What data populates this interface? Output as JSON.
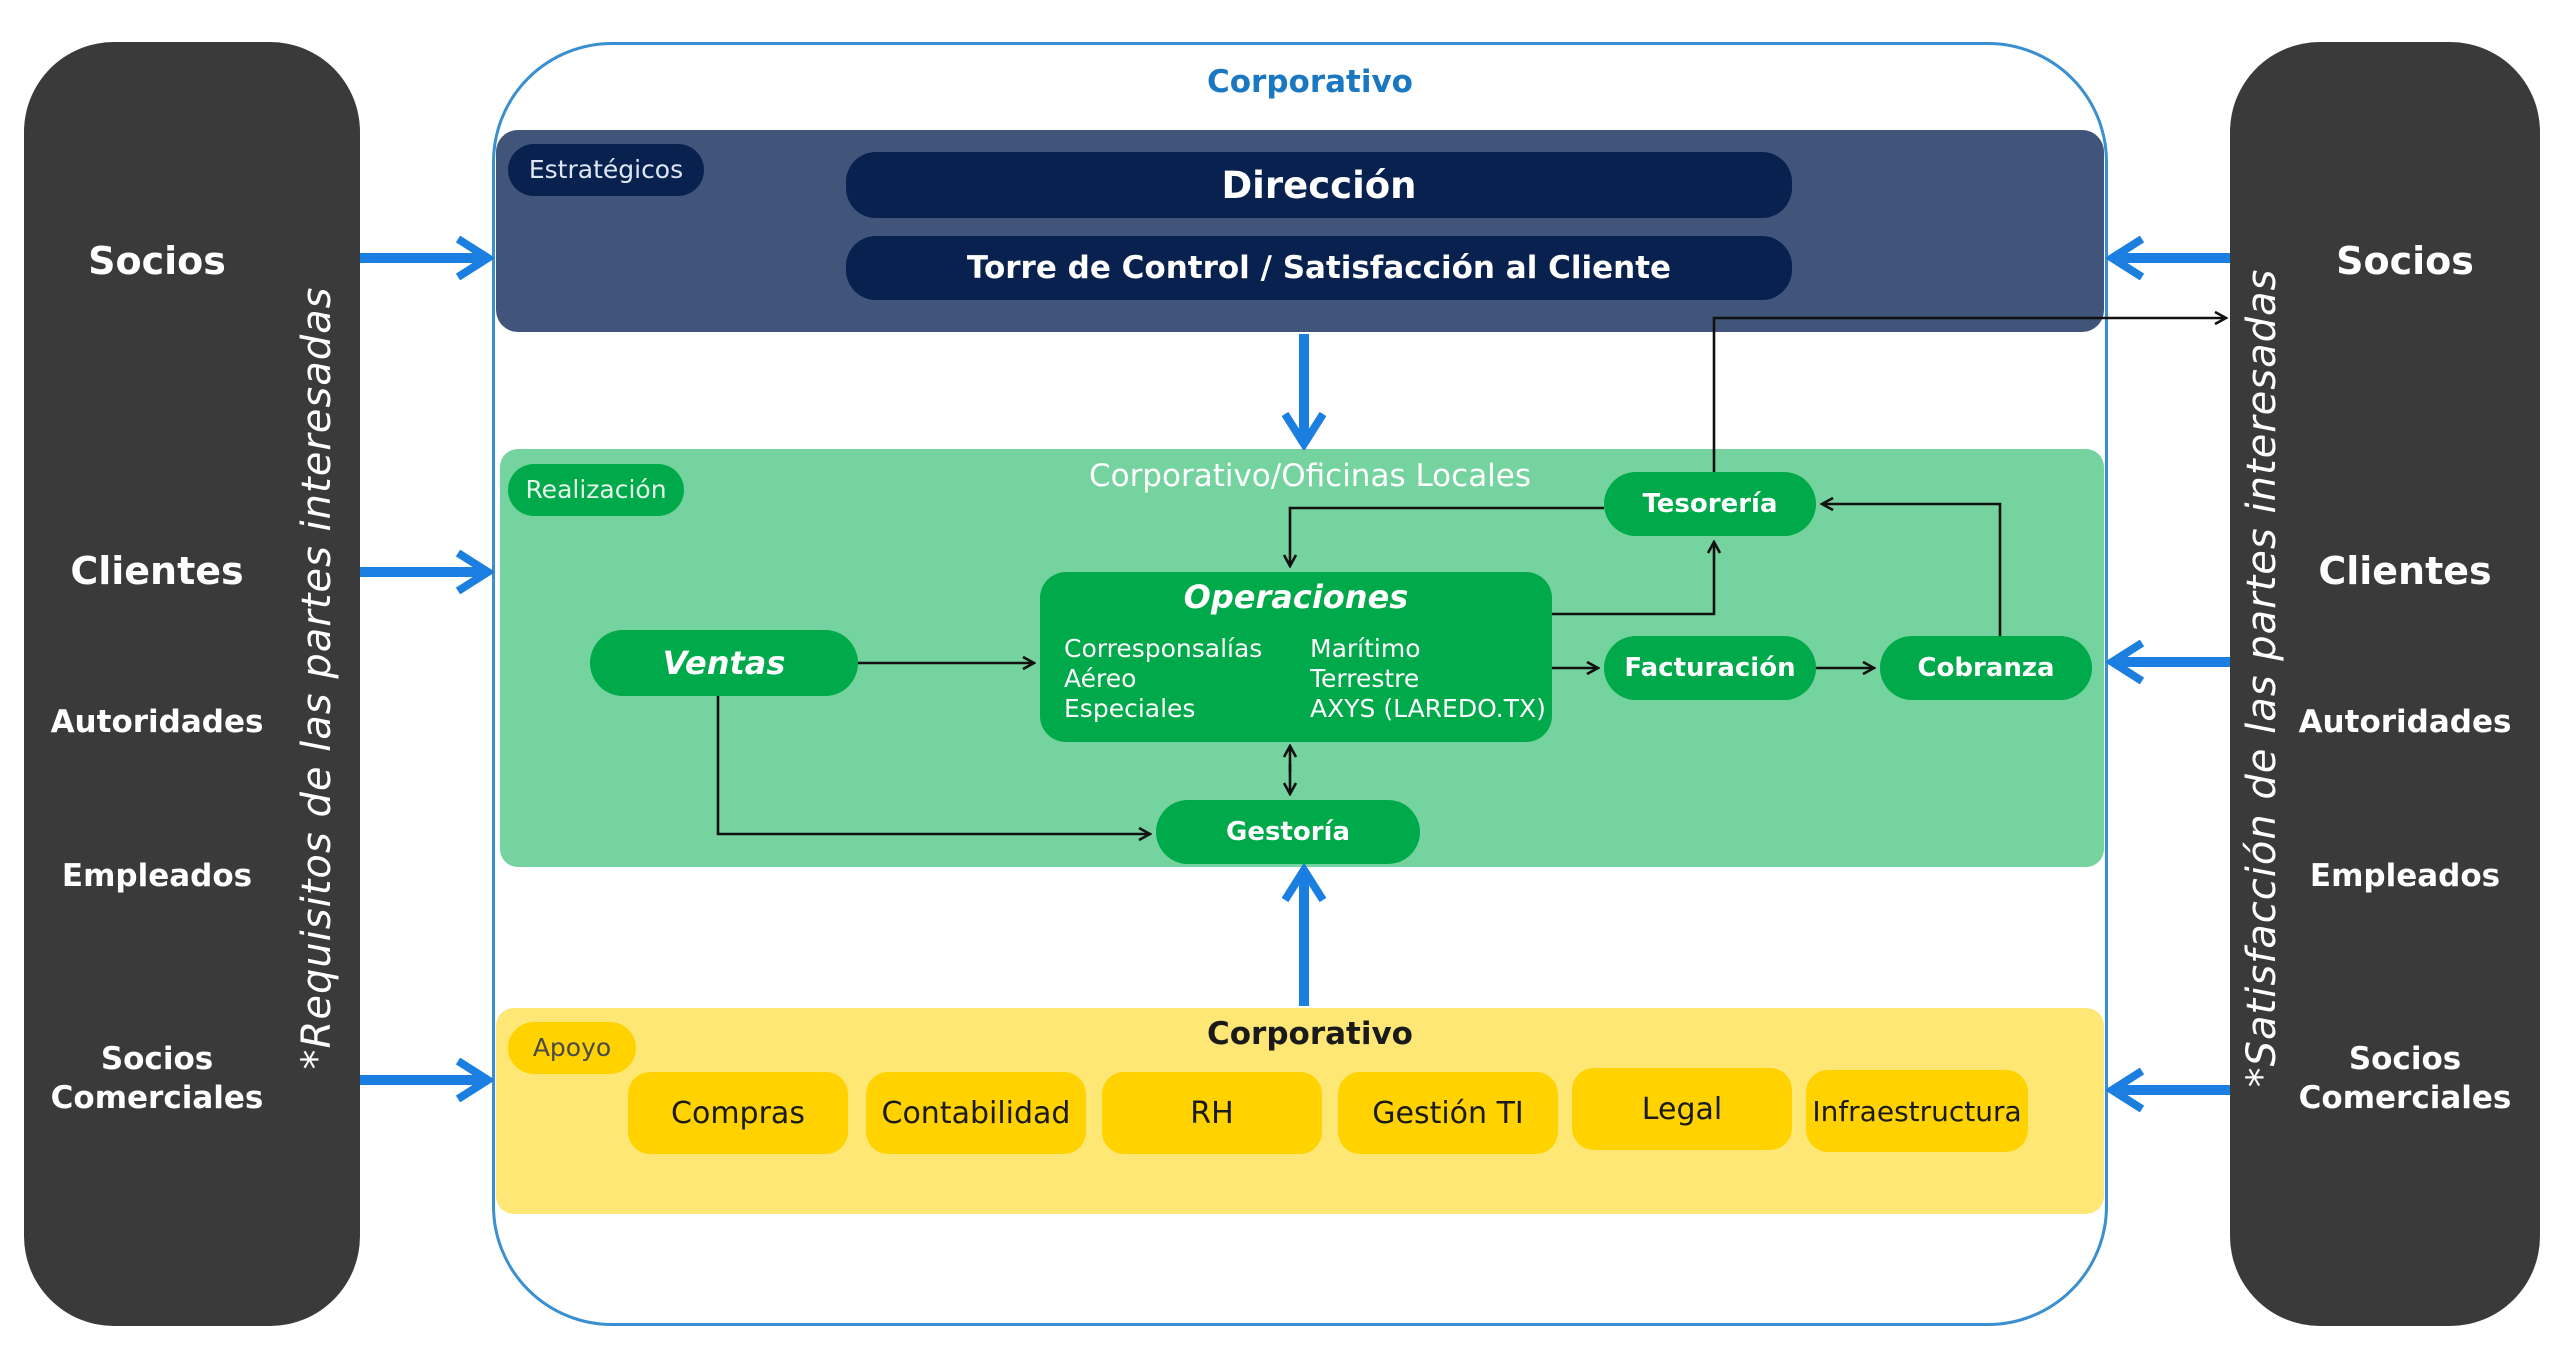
{
  "left_panel": {
    "items": [
      "Socios",
      "Clientes",
      "Autoridades",
      "Empleados",
      "Socios Comerciales"
    ],
    "vertical_label": "*Requisitos de las partes interesadas"
  },
  "right_panel": {
    "items": [
      "Socios",
      "Clientes",
      "Autoridades",
      "Empleados",
      "Socios Comerciales"
    ],
    "vertical_label": "*Satisfacción de las partes interesadas"
  },
  "main": {
    "title": "Corporativo",
    "strategic": {
      "tag": "Estratégicos",
      "direction": "Dirección",
      "control_tower": "Torre de Control / Satisfacción al Cliente"
    },
    "realization": {
      "tag": "Realización",
      "title": "Corporativo/Oficinas Locales",
      "sales": "Ventas",
      "operations": {
        "title": "Operaciones",
        "items_left": [
          "Corresponsalías",
          "Aéreo",
          "Especiales"
        ],
        "items_right": [
          "Marítimo",
          "Terrestre",
          "AXYS (LAREDO.TX)"
        ]
      },
      "treasury": "Tesorería",
      "billing": "Facturación",
      "collection": "Cobranza",
      "customs": "Gestoría"
    },
    "support": {
      "tag": "Apoyo",
      "title": "Corporativo",
      "items": [
        "Compras",
        "Contabilidad",
        "RH",
        "Gestión TI",
        "Legal",
        "Infraestructura"
      ]
    }
  },
  "colors": {
    "side_panel": "#3a3a3a",
    "frame_border": "#3a8fd0",
    "title_blue": "#1a78c2",
    "strategic_band": "#415479",
    "navy": "#08214f",
    "realization_band": "#74d39e",
    "green": "#00a94a",
    "support_band": "#ffe775",
    "yellow": "#ffd200",
    "arrow_blue": "#1a7fe0"
  }
}
